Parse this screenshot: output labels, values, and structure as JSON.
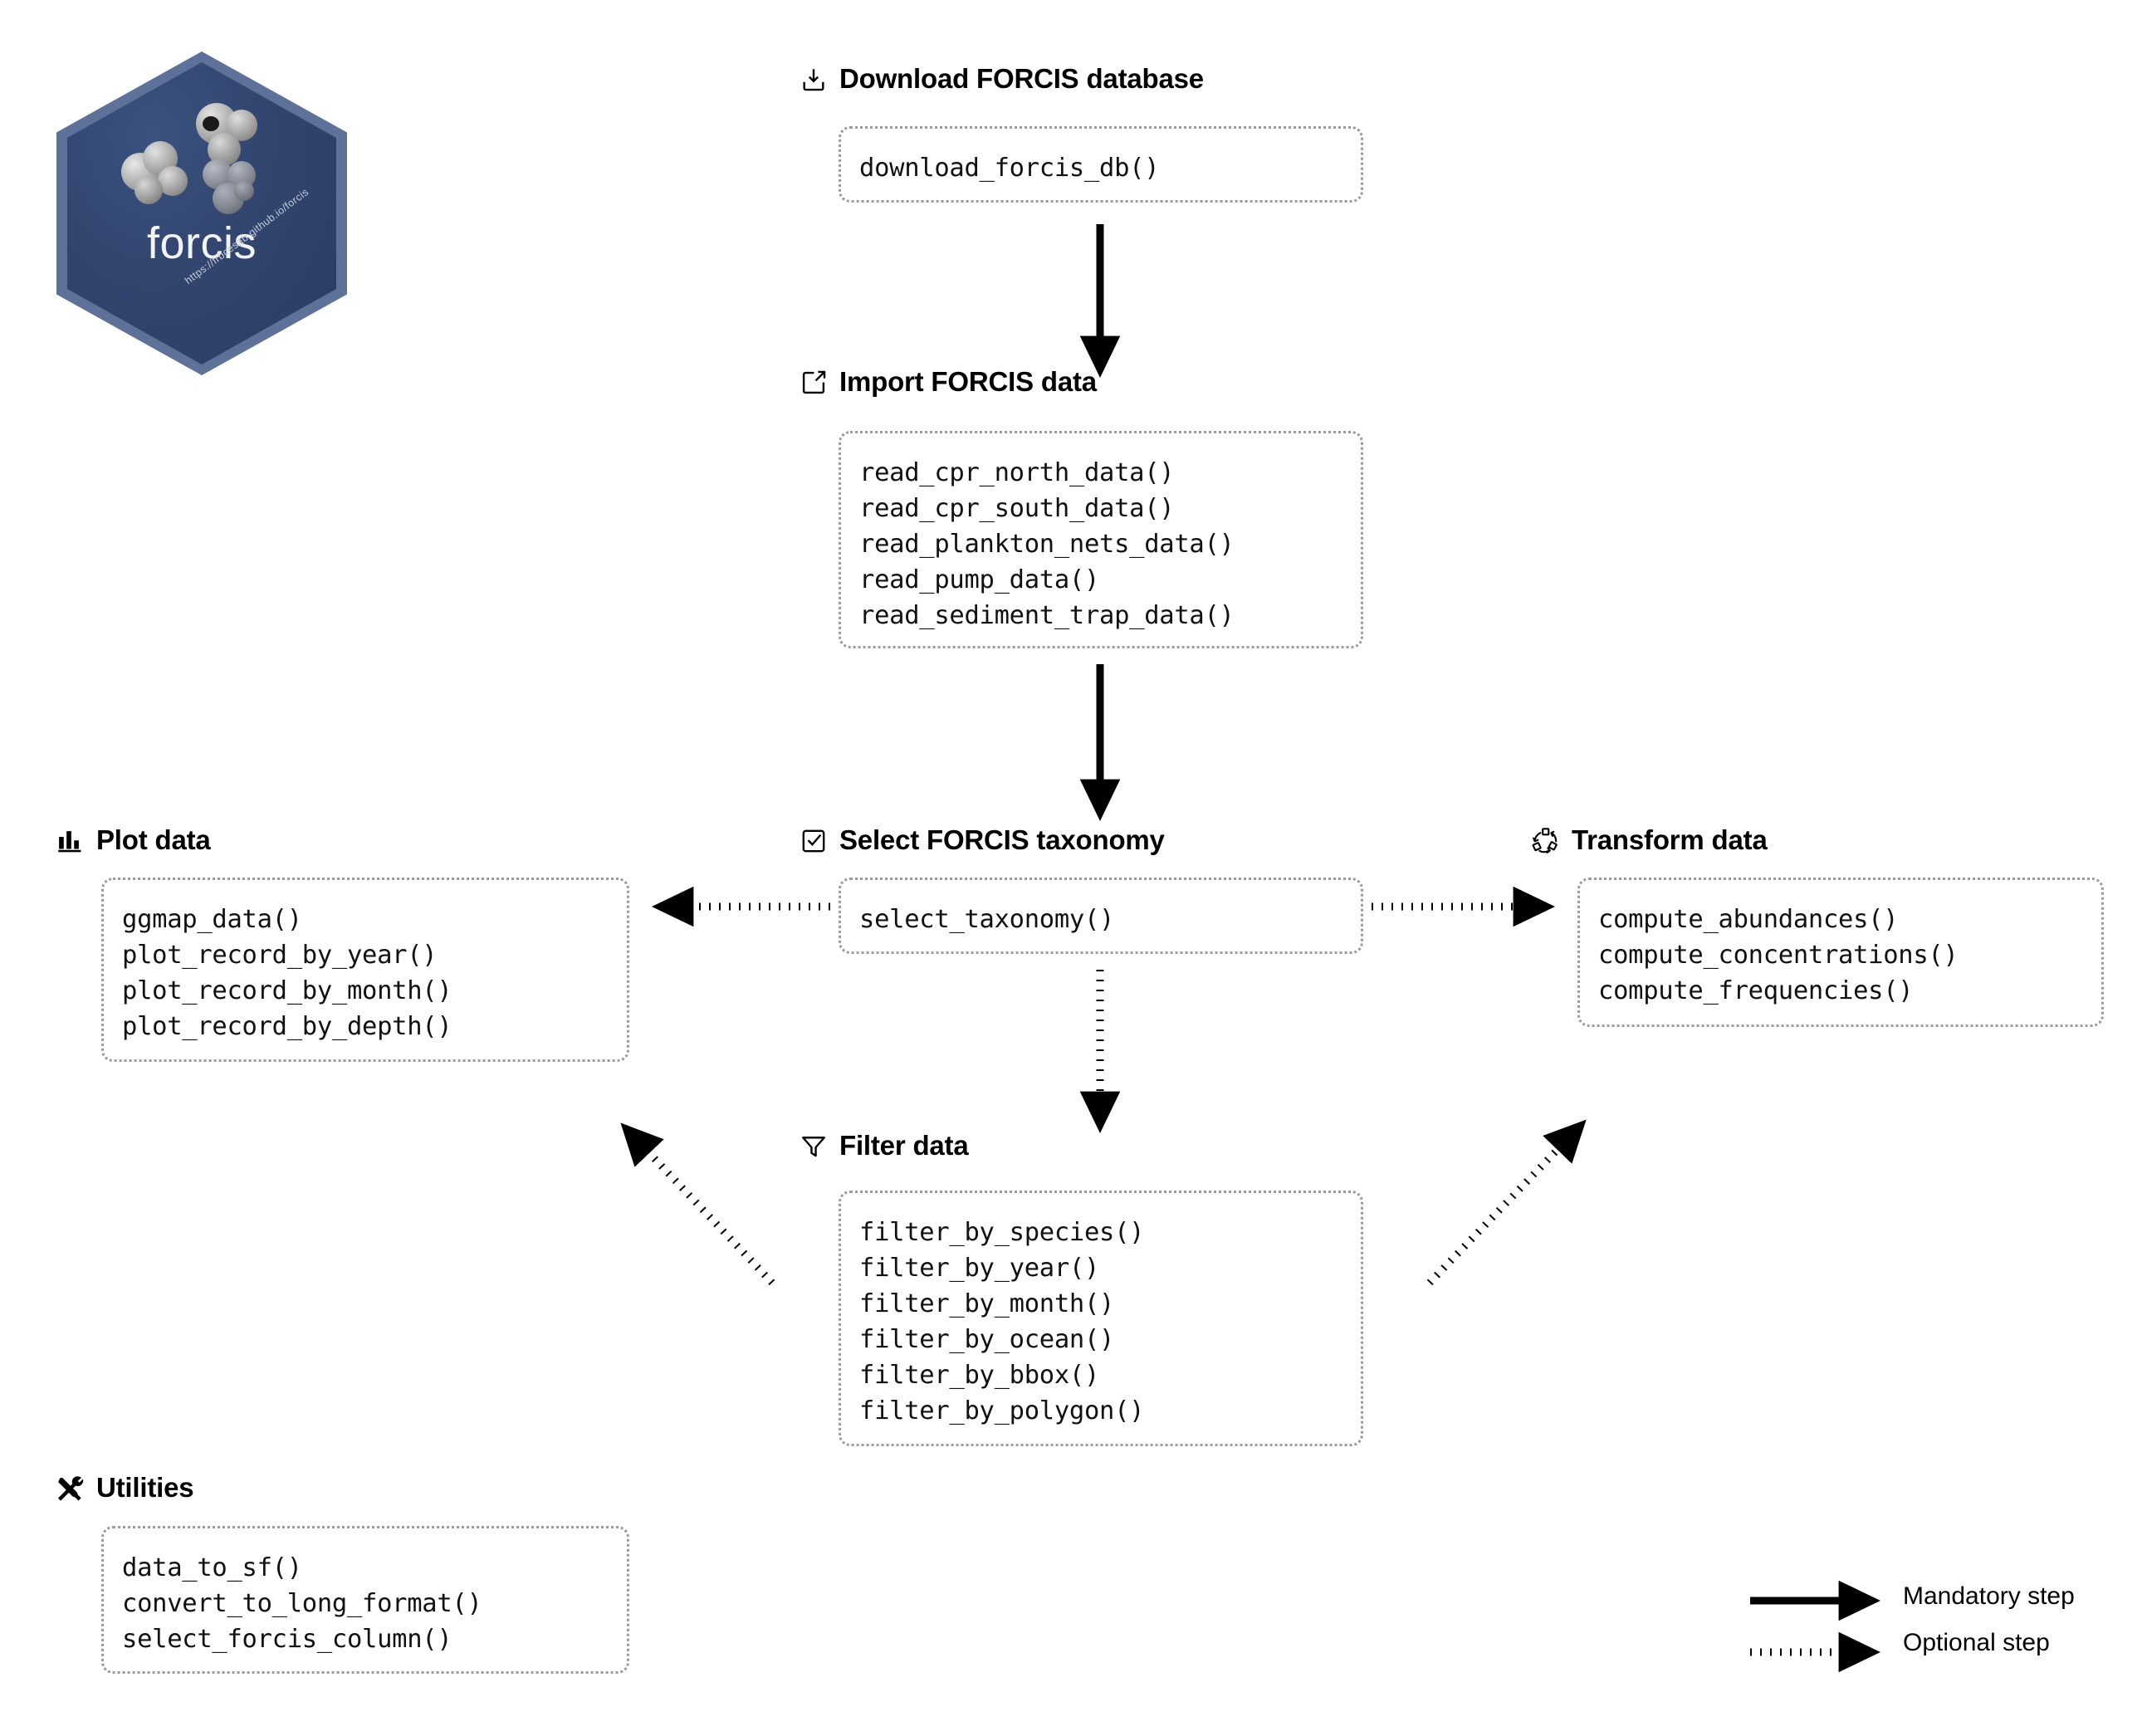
{
  "logo": {
    "name": "forcis",
    "url": "https://frbcesab.github.io/forcis",
    "hex_fill": "#2e4570",
    "hex_border": "#5d7199"
  },
  "sections": [
    {
      "id": "download",
      "icon": "download-icon",
      "title": "Download FORCIS database",
      "functions": [
        "download_forcis_db()"
      ]
    },
    {
      "id": "import",
      "icon": "import-icon",
      "title": "Import FORCIS data",
      "functions": [
        "read_cpr_north_data()",
        "read_cpr_south_data()",
        "read_plankton_nets_data()",
        "read_pump_data()",
        "read_sediment_trap_data()"
      ]
    },
    {
      "id": "plot",
      "icon": "bar-chart-icon",
      "title": "Plot data",
      "functions": [
        "ggmap_data()",
        "plot_record_by_year()",
        "plot_record_by_month()",
        "plot_record_by_depth()"
      ]
    },
    {
      "id": "taxonomy",
      "icon": "checkbox-icon",
      "title": "Select FORCIS taxonomy",
      "functions": [
        "select_taxonomy()"
      ]
    },
    {
      "id": "transform",
      "icon": "recycle-icon",
      "title": "Transform data",
      "functions": [
        "compute_abundances()",
        "compute_concentrations()",
        "compute_frequencies()"
      ]
    },
    {
      "id": "filter",
      "icon": "funnel-icon",
      "title": "Filter data",
      "functions": [
        "filter_by_species()",
        "filter_by_year()",
        "filter_by_month()",
        "filter_by_ocean()",
        "filter_by_bbox()",
        "filter_by_polygon()"
      ]
    },
    {
      "id": "utilities",
      "icon": "tools-icon",
      "title": "Utilities",
      "functions": [
        "data_to_sf()",
        "convert_to_long_format()",
        "select_forcis_column()"
      ]
    }
  ],
  "legend": {
    "mandatory_label": "Mandatory step",
    "optional_label": "Optional step",
    "line_color": "#000000"
  }
}
